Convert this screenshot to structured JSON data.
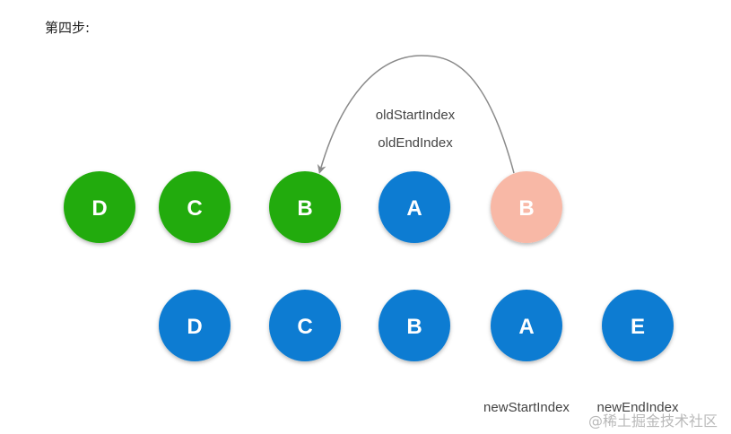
{
  "heading": "第四步:",
  "colors": {
    "processed": "#22ab0d",
    "pending": "#0a7bd2",
    "moved": "#f8b8a6",
    "arrow": "#8a8a8a"
  },
  "old_row": [
    {
      "label": "D",
      "state": "processed"
    },
    {
      "label": "C",
      "state": "processed"
    },
    {
      "label": "B",
      "state": "processed"
    },
    {
      "label": "A",
      "state": "pending"
    },
    {
      "label": "B",
      "state": "moved"
    }
  ],
  "new_row": [
    {
      "label": "D"
    },
    {
      "label": "C"
    },
    {
      "label": "B"
    },
    {
      "label": "A"
    },
    {
      "label": "E"
    }
  ],
  "pointers": {
    "old_start": "oldStartIndex",
    "old_end": "oldEndIndex",
    "new_start": "newStartIndex",
    "new_end": "newEndIndex"
  },
  "watermark": "@稀土掘金技术社区"
}
